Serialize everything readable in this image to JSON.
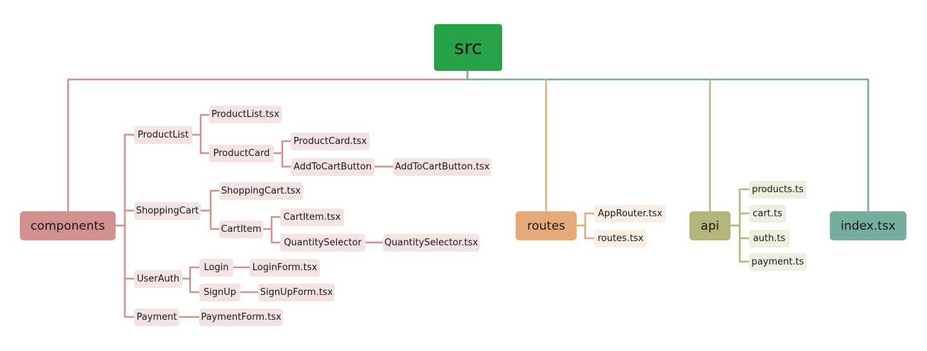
{
  "root": "src",
  "colors": {
    "root": "#28a249",
    "components": "#d1918e",
    "components_light": "#f3e3e2",
    "routes": "#e6aa7a",
    "routes_light": "#fbeee2",
    "api": "#b3b57a",
    "api_light": "#eef0df",
    "index": "#75ad9f"
  },
  "branches": {
    "components": {
      "label": "components",
      "ProductList": {
        "label": "ProductList",
        "ProductList_tsx": "ProductList.tsx",
        "ProductCard": {
          "label": "ProductCard",
          "ProductCard_tsx": "ProductCard.tsx",
          "AddToCartButton": {
            "label": "AddToCartButton",
            "AddToCartButton_tsx": "AddToCartButton.tsx"
          }
        }
      },
      "ShoppingCart": {
        "label": "ShoppingCart",
        "ShoppingCart_tsx": "ShoppingCart.tsx",
        "CartItem": {
          "label": "CartItem",
          "CartItem_tsx": "CartItem.tsx",
          "QuantitySelector": {
            "label": "QuantitySelector",
            "QuantitySelector_tsx": "QuantitySelector.tsx"
          }
        }
      },
      "UserAuth": {
        "label": "UserAuth",
        "Login": {
          "label": "Login",
          "LoginForm_tsx": "LoginForm.tsx"
        },
        "SignUp": {
          "label": "SignUp",
          "SignUpForm_tsx": "SignUpForm.tsx"
        }
      },
      "Payment": {
        "label": "Payment",
        "PaymentForm_tsx": "PaymentForm.tsx"
      }
    },
    "routes": {
      "label": "routes",
      "AppRouter_tsx": "AppRouter.tsx",
      "routes_tsx": "routes.tsx"
    },
    "api": {
      "label": "api",
      "products_ts": "products.ts",
      "cart_ts": "cart.ts",
      "auth_ts": "auth.ts",
      "payment_ts": "payment.ts"
    },
    "index": {
      "label": "index.tsx"
    }
  }
}
